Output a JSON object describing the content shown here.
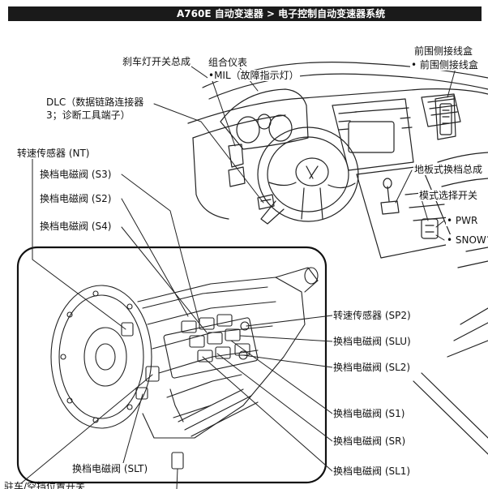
{
  "header": {
    "title": "A760E 自动变速器 > 电子控制自动变速器系统"
  },
  "colors": {
    "header_bg": "#1a1a1a",
    "header_text": "#ffffff",
    "line": "#222222"
  },
  "labels": {
    "brake_light_switch": "刹车灯开关总成",
    "combination_meter": "组合仪表",
    "mil": "•MIL（故障指示灯）",
    "front_junction_box": "前围侧接线盒",
    "front_junction_box_item": "• 前围侧接线盒",
    "dlc_line1": "DLC（数据链路连接器",
    "dlc_line2": "3；诊断工具端子）",
    "speed_sensor_nt": "转速传感器 (NT)",
    "shift_solenoid_s3": "换档电磁阀 (S3)",
    "shift_solenoid_s2": "换档电磁阀 (S2)",
    "shift_solenoid_s4": "换档电磁阀 (S4)",
    "floor_shift_assembly": "地板式换档总成",
    "mode_select_switch": "模式选择开关",
    "mode_pwr": "• PWR",
    "mode_snow": "• SNOW",
    "speed_sensor_sp2": "转速传感器 (SP2)",
    "shift_solenoid_slu": "换档电磁阀 (SLU)",
    "shift_solenoid_sl2": "换档电磁阀 (SL2)",
    "shift_solenoid_s1": "换档电磁阀 (S1)",
    "shift_solenoid_sr": "换档电磁阀 (SR)",
    "shift_solenoid_slt": "换档电磁阀 (SLT)",
    "shift_solenoid_sl1": "换档电磁阀 (SL1)",
    "park_neutral_switch": "驻车/空挡位置开关"
  }
}
